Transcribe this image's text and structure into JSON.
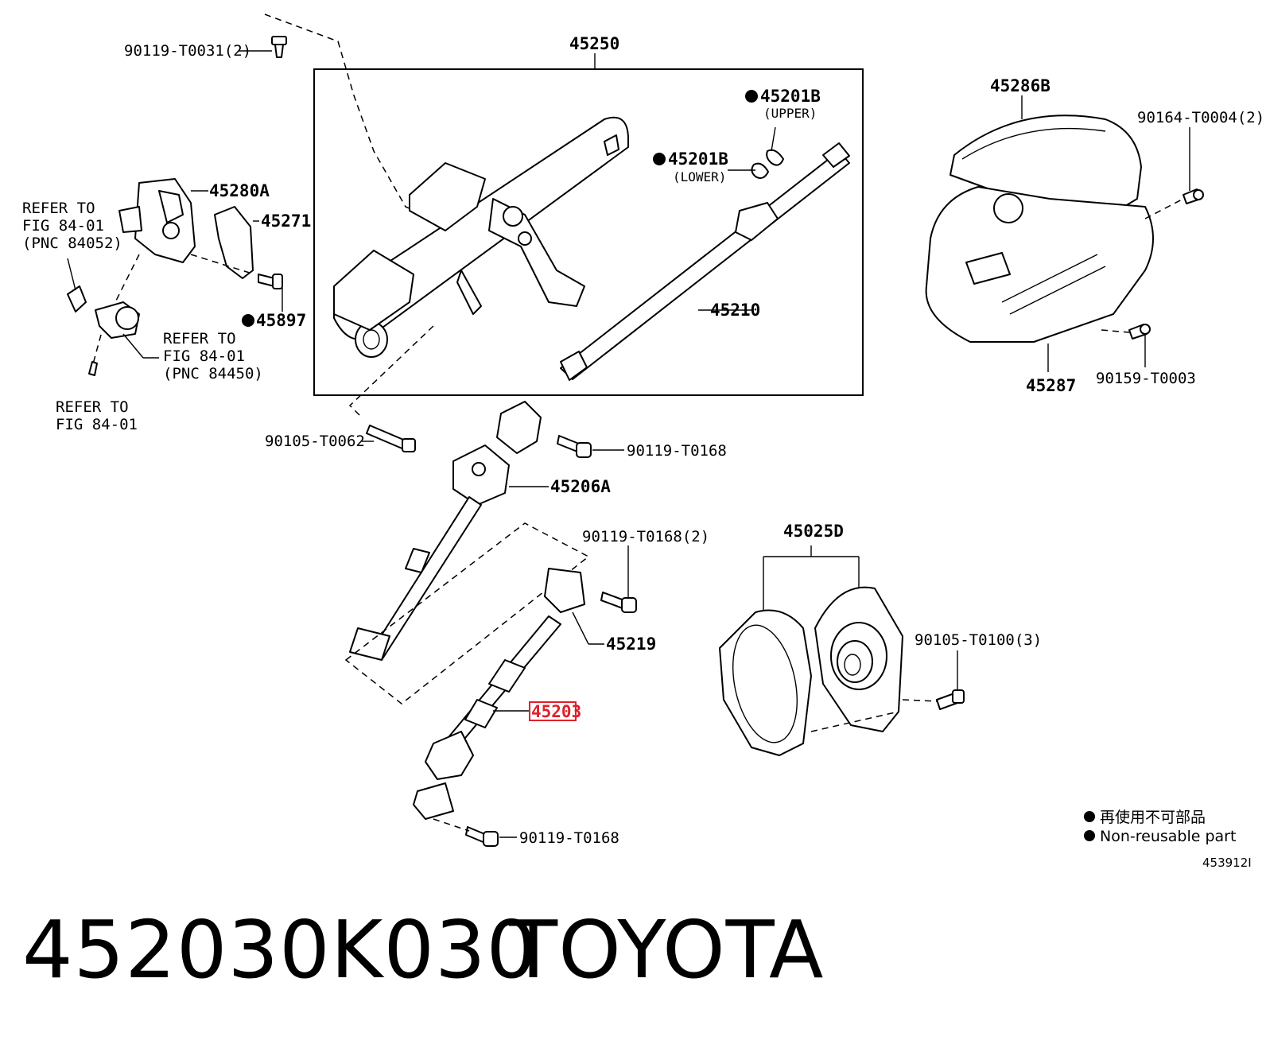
{
  "callouts": {
    "c45250": "45250",
    "c45201b_upper": "45201B",
    "upper_note": "(UPPER)",
    "c45201b_lower": "45201B",
    "lower_note": "(LOWER)",
    "c45210": "45210",
    "c45280a": "45280A",
    "c45271": "45271",
    "c45897": "45897",
    "c90119_t0031": "90119-T0031(2)",
    "refer1_l1": "REFER TO",
    "refer1_l2": "FIG 84-01",
    "refer1_l3": "(PNC 84052)",
    "refer2_l1": "REFER TO",
    "refer2_l2": "FIG 84-01",
    "refer2_l3": "(PNC 84450)",
    "refer3_l1": "REFER TO",
    "refer3_l2": "FIG 84-01",
    "c45286b": "45286B",
    "c90164_t0004": "90164-T0004(2)",
    "c45287": "45287",
    "c90159_t0003": "90159-T0003",
    "c90105_t0062": "90105-T0062",
    "c90119_t0168_a": "90119-T0168",
    "c45206a": "45206A",
    "c90119_t0168_2": "90119-T0168(2)",
    "c45219": "45219",
    "c45203": "45203",
    "c90119_t0168_b": "90119-T0168",
    "c45025d": "45025D",
    "c90105_t0100": "90105-T0100(3)"
  },
  "highlight_color": "#e0202a",
  "legend": {
    "line1": "再使用不可部品",
    "line2": "Non-reusable part",
    "bullet_icon": "filled-circle"
  },
  "figure_code": "453912I",
  "caption": {
    "part_number": "452030K030",
    "brand": "TOYOTA"
  }
}
